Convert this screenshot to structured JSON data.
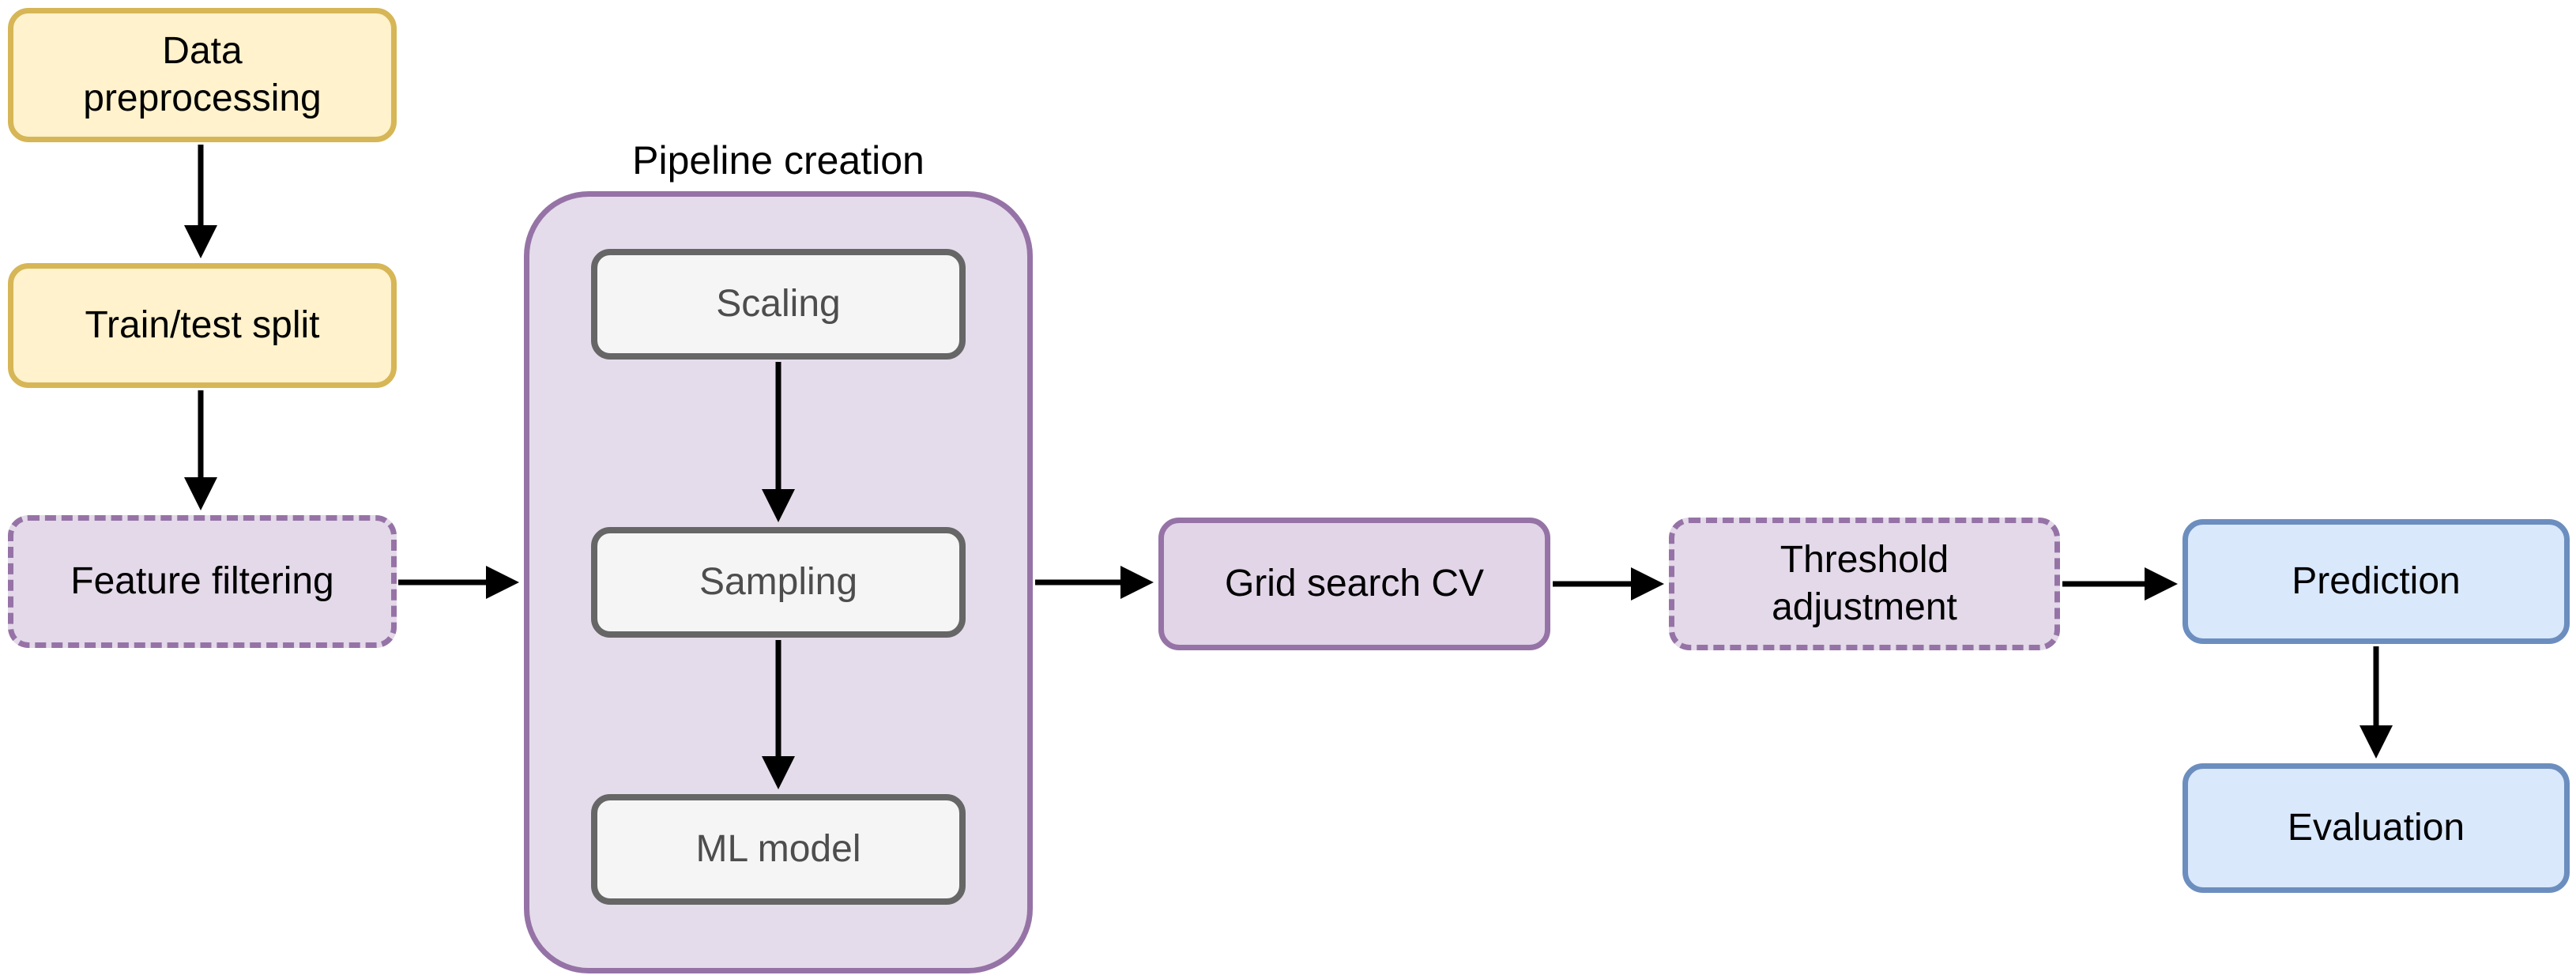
{
  "diagram": {
    "group": {
      "title": "Pipeline creation"
    },
    "nodes": {
      "data_preprocessing": {
        "label": "Data preprocessing",
        "style": "yellow"
      },
      "train_test_split": {
        "label": "Train/test split",
        "style": "yellow"
      },
      "feature_filtering": {
        "label": "Feature filtering",
        "style": "purple-dashed"
      },
      "scaling": {
        "label": "Scaling",
        "style": "gray"
      },
      "sampling": {
        "label": "Sampling",
        "style": "gray"
      },
      "ml_model": {
        "label": "ML model",
        "style": "gray"
      },
      "grid_search_cv": {
        "label": "Grid search CV",
        "style": "purple"
      },
      "threshold_adjustment": {
        "label": "Threshold adjustment",
        "style": "purple-dashed"
      },
      "prediction": {
        "label": "Prediction",
        "style": "blue"
      },
      "evaluation": {
        "label": "Evaluation",
        "style": "blue"
      }
    },
    "edges": [
      {
        "from": "data_preprocessing",
        "to": "train_test_split"
      },
      {
        "from": "train_test_split",
        "to": "feature_filtering"
      },
      {
        "from": "feature_filtering",
        "to": "pipeline_creation_group"
      },
      {
        "from": "scaling",
        "to": "sampling"
      },
      {
        "from": "sampling",
        "to": "ml_model"
      },
      {
        "from": "pipeline_creation_group",
        "to": "grid_search_cv"
      },
      {
        "from": "grid_search_cv",
        "to": "threshold_adjustment"
      },
      {
        "from": "threshold_adjustment",
        "to": "prediction"
      },
      {
        "from": "prediction",
        "to": "evaluation"
      }
    ],
    "colors": {
      "yellow_fill": "#FFF2CC",
      "yellow_stroke": "#D6B656",
      "purple_fill": "#E1D5E7",
      "purple_group_fill": "#E5DCEB",
      "purple_stroke": "#9673A6",
      "gray_fill": "#F5F5F5",
      "gray_stroke": "#666666",
      "gray_text": "#4D4D4D",
      "blue_fill": "#DAE8FC",
      "blue_stroke": "#6C8EBF",
      "arrow_color": "#000000",
      "background": "#FFFFFF"
    }
  }
}
